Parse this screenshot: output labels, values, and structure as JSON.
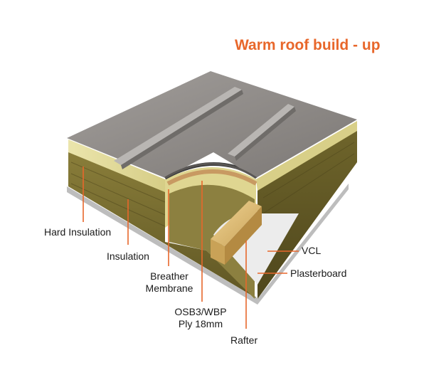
{
  "title": "Warm roof build - up",
  "colors": {
    "accent": "#e8672b",
    "roof_sheet": "#8e8a87",
    "hard_insulation": "#e3dc9e",
    "insulation": "#7d7231",
    "membrane": "#3a3a3a",
    "osb": "#c89a62",
    "rafter": "#e2c178",
    "vcl": "#ececec"
  },
  "labels": {
    "hard_insulation": "Hard Insulation",
    "insulation": "Insulation",
    "breather_line1": "Breather",
    "breather_line2": "Membrane",
    "osb_line1": "OSB3/WBP",
    "osb_line2": "Ply 18mm",
    "rafter": "Rafter",
    "vcl": "VCL",
    "plasterboard": "Plasterboard"
  }
}
